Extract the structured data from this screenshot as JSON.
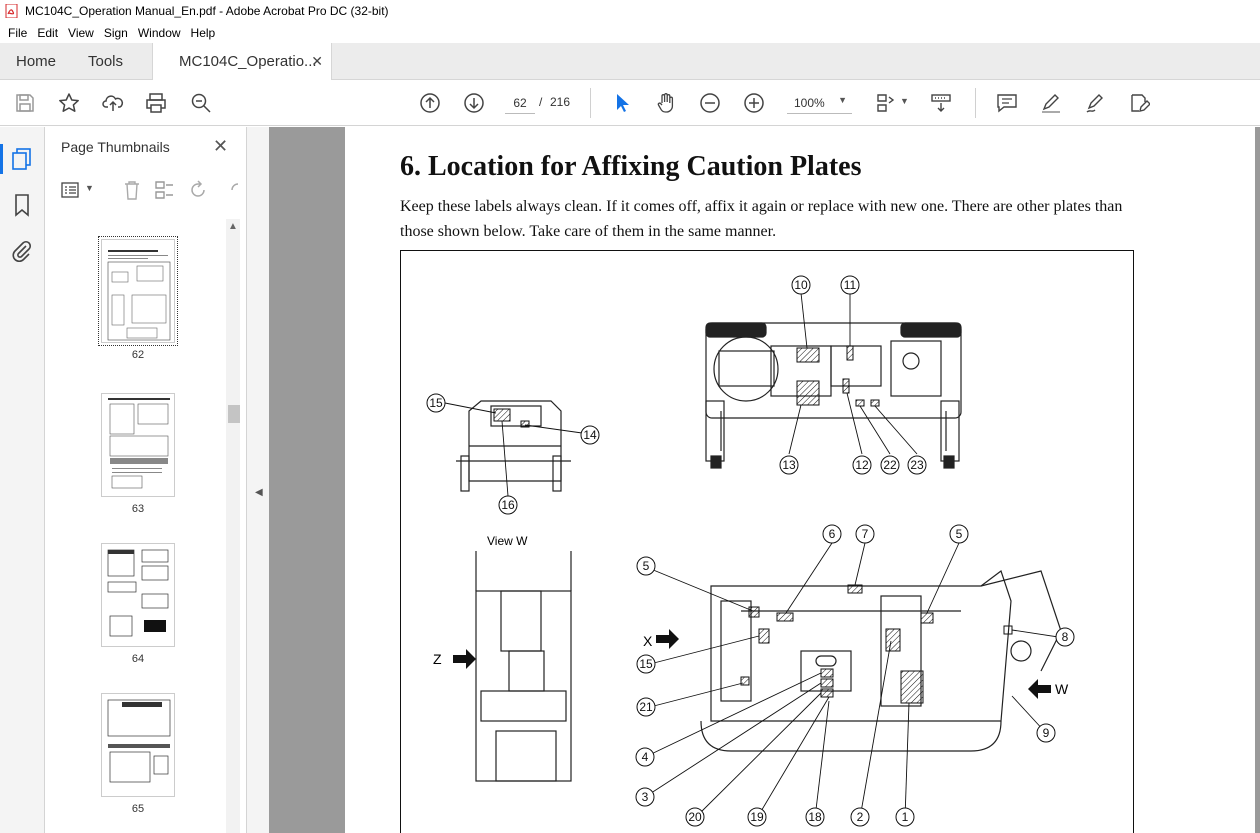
{
  "window": {
    "title": "MC104C_Operation Manual_En.pdf - Adobe Acrobat Pro DC (32-bit)"
  },
  "menu": [
    "File",
    "Edit",
    "View",
    "Sign",
    "Window",
    "Help"
  ],
  "tabs": {
    "home": "Home",
    "tools": "Tools",
    "document": "MC104C_Operatio..."
  },
  "toolbar": {
    "page_current": "62",
    "page_separator": "/",
    "page_total": "216",
    "zoom": "100%"
  },
  "thumbnails": {
    "title": "Page Thumbnails",
    "pages": [
      {
        "number": "62",
        "selected": true
      },
      {
        "number": "63",
        "selected": false
      },
      {
        "number": "64",
        "selected": false
      },
      {
        "number": "65",
        "selected": false
      }
    ]
  },
  "document": {
    "heading": "6. Location for Affixing Caution Plates",
    "paragraph": "Keep these labels always clean.  If it comes off, affix it again or replace with new one.  There are other plates than those shown below.  Take care of them in the same manner.",
    "figure": {
      "view_w_label": "View W",
      "label_x": "X",
      "label_z": "Z",
      "label_w": "W",
      "callouts_top": [
        "10",
        "11",
        "13",
        "12",
        "22",
        "23"
      ],
      "callouts_left": [
        "15",
        "14",
        "16"
      ],
      "callouts_main": [
        "6",
        "7",
        "5",
        "5",
        "8",
        "15",
        "9",
        "21",
        "4",
        "3",
        "20",
        "19",
        "18",
        "2",
        "1"
      ]
    }
  },
  "colors": {
    "accent": "#1473e6",
    "doc_bg": "#9a9a9a",
    "pdf_icon": "#d6272a"
  }
}
